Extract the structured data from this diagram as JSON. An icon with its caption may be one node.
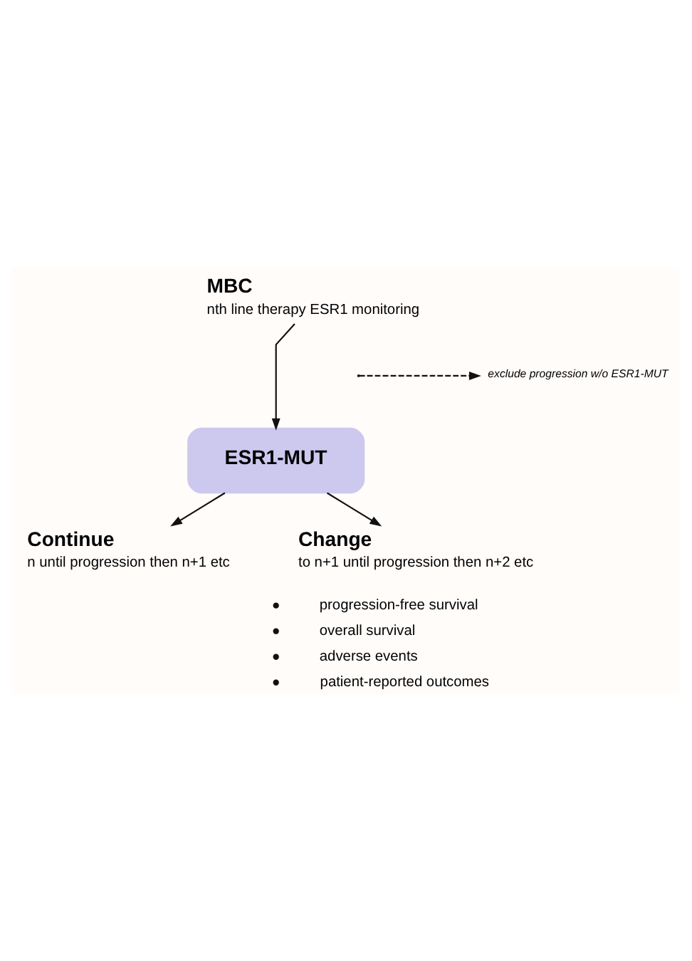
{
  "diagram": {
    "nodes": [
      {
        "text": [
          "MBC",
          "nth line therapy ESR1 monitoring"
        ]
      },
      {
        "text": [
          "exclude progression w/o ESR1-MUT"
        ]
      },
      {
        "text": [
          "ESR1-MUT"
        ]
      },
      {
        "text": [
          "Continue",
          "n until progression then n+1 etc"
        ]
      },
      {
        "text": [
          "Change",
          "to n+1 until progression then n+2 etc"
        ]
      }
    ],
    "edges": [
      {
        "from": 0,
        "to": 2,
        "arrow": "to"
      },
      {
        "from": null,
        "to": 1,
        "arrow": "to",
        "style": "dashed"
      },
      {
        "from": 2,
        "to": 3,
        "arrow": "to"
      },
      {
        "from": 2,
        "to": 4,
        "arrow": "to"
      }
    ],
    "labels": [
      "progression-free survival",
      "overall survival",
      "adverse events",
      "patient-reported outcomes"
    ]
  }
}
